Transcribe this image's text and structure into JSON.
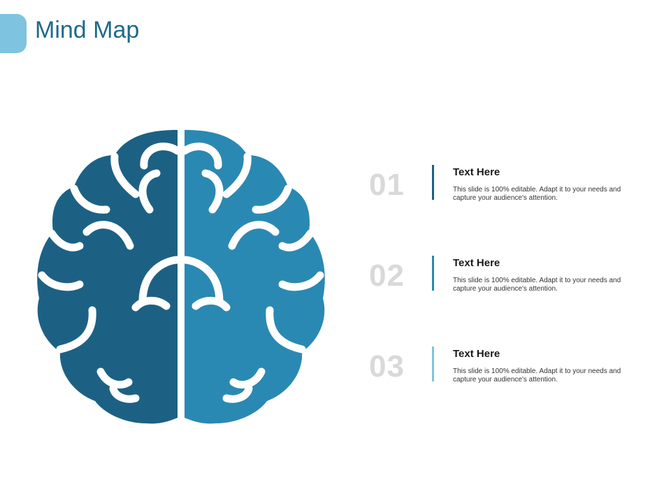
{
  "slide": {
    "title": "Mind Map",
    "accent_color": "#7ec3df",
    "title_color": "#1f6a8a"
  },
  "brain": {
    "left_color": "#1c6184",
    "right_color": "#2a89b2",
    "icon": "brain-icon"
  },
  "items": [
    {
      "number": "01",
      "heading": "Text Here",
      "text": "This slide is 100% editable. Adapt it to your needs and capture your audience's attention.",
      "bar_color": "#1c6184"
    },
    {
      "number": "02",
      "heading": "Text Here",
      "text": "This slide is 100% editable. Adapt it to your needs and capture your audience's attention.",
      "bar_color": "#2a89b2"
    },
    {
      "number": "03",
      "heading": "Text Here",
      "text": "This slide is 100% editable. Adapt it to your needs and capture your audience's attention.",
      "bar_color": "#7ec3df"
    }
  ]
}
